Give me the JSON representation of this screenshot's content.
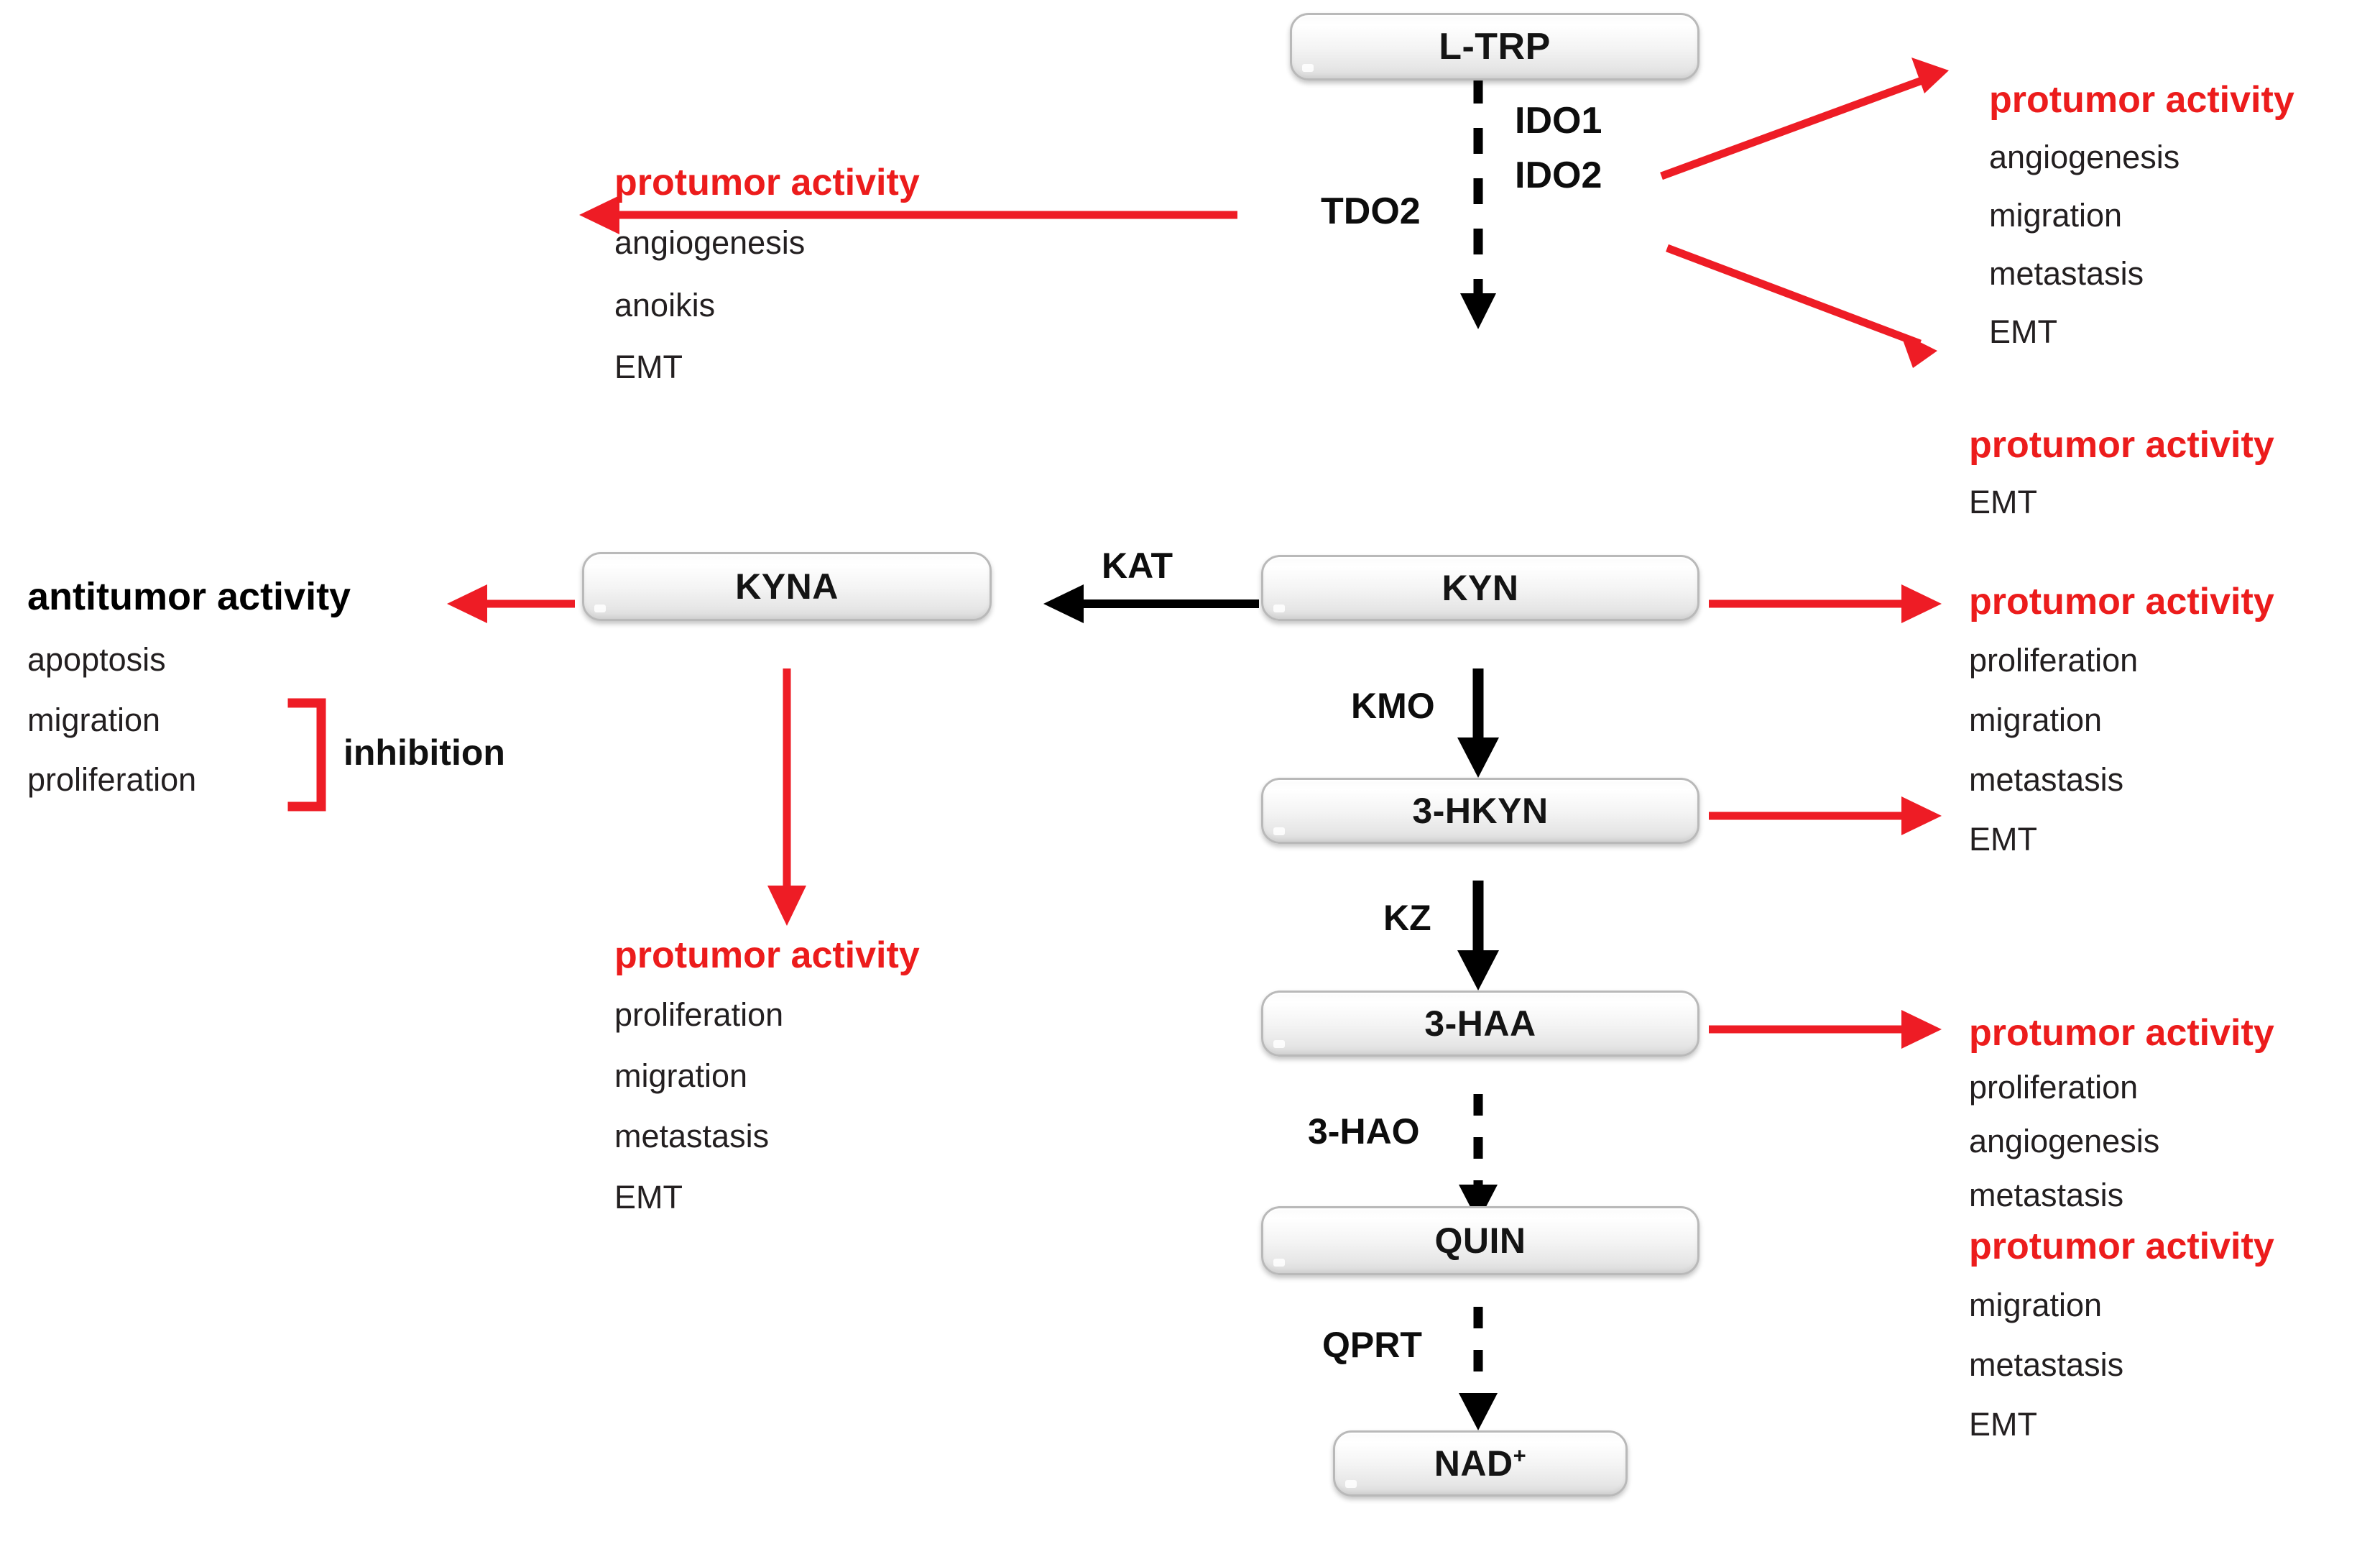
{
  "diagram": {
    "title": "Kynurenine pathway of tryptophan metabolism in cancer",
    "colors": {
      "protumor_red": "#EC1C1C",
      "antitumor_black": "#000000",
      "arrow_red": "#EE1C25",
      "arrow_black": "#000000",
      "node_border": "#B9B9B9"
    }
  },
  "nodes": {
    "ltrp": {
      "label": "L-TRP"
    },
    "kyn": {
      "label": "KYN"
    },
    "kyna": {
      "label": "KYNA"
    },
    "hkyn": {
      "label": "3-HKYN"
    },
    "haa": {
      "label": "3-HAA"
    },
    "quin": {
      "label": "QUIN"
    },
    "nad": {
      "label": "NAD",
      "superscript": "+"
    }
  },
  "enzymes": {
    "tdo2": {
      "label": "TDO2"
    },
    "ido1": {
      "label": "IDO1"
    },
    "ido2": {
      "label": "IDO2"
    },
    "kat": {
      "label": "KAT"
    },
    "kmo": {
      "label": "KMO"
    },
    "kz": {
      "label": "KZ"
    },
    "hao": {
      "label": "3-HAO"
    },
    "qprt": {
      "label": "QPRT"
    }
  },
  "activity_blocks": {
    "tdo2_pro": {
      "heading": "protumor activity",
      "kind": "protumor",
      "items": [
        "angiogenesis",
        "anoikis",
        "EMT"
      ]
    },
    "ido1_pro": {
      "heading": "protumor activity",
      "kind": "protumor",
      "items": [
        "angiogenesis",
        "migration",
        "metastasis",
        "EMT"
      ]
    },
    "ido2_pro": {
      "heading": "protumor activity",
      "kind": "protumor",
      "items": [
        "EMT"
      ]
    },
    "kyna_anti": {
      "heading": "antitumor activity",
      "kind": "antitumor",
      "items": [
        "apoptosis",
        "migration",
        "proliferation"
      ],
      "bracket_label": "inhibition",
      "bracket_items": [
        "migration",
        "proliferation"
      ]
    },
    "kyna_pro": {
      "heading": "protumor activity",
      "kind": "protumor",
      "items": [
        "proliferation",
        "migration",
        "metastasis",
        "EMT"
      ]
    },
    "kyn_pro": {
      "heading": "protumor activity",
      "kind": "protumor",
      "items": [
        "proliferation",
        "migration",
        "metastasis",
        "EMT"
      ]
    },
    "haa_pro": {
      "heading": "protumor activity",
      "kind": "protumor",
      "items": [
        "proliferation",
        "angiogenesis",
        "metastasis"
      ]
    },
    "quin_pro": {
      "heading": "protumor activity",
      "kind": "protumor",
      "items": [
        "migration",
        "metastasis",
        "EMT"
      ]
    }
  }
}
